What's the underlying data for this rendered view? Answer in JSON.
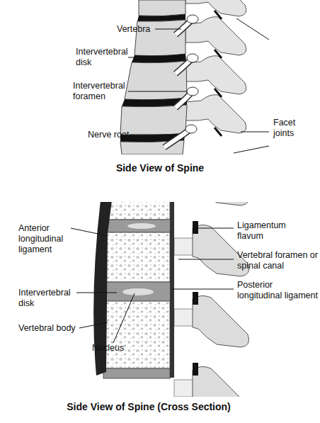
{
  "diagram": {
    "labels": [
      "Vertebra",
      "Intervertebral disk",
      "Intervertebral foramen",
      "Nerve root",
      "Facet joints",
      "Side View of Spine",
      "Anterior longitudinal ligament",
      "Intervertebral disk",
      "Vertebral body",
      "Nucleus",
      "Ligamentum flavum",
      "Vertebral foramen or spinal canal",
      "Posterior longitudinal ligament",
      "Side View of Spine (Cross Section)"
    ]
  }
}
